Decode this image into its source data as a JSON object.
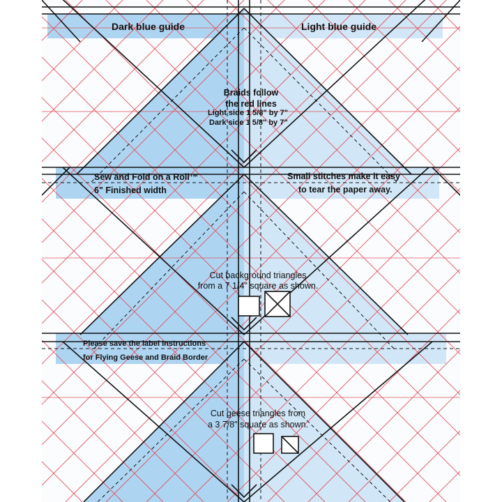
{
  "guides": {
    "dark_blue": "Dark blue guide",
    "light_blue": "Light blue guide"
  },
  "braids": {
    "line1": "Braids follow",
    "line2": "the red lines",
    "light_side": "Light side  1 5/8\"  by 7\"",
    "dark_side": "Dark side  1 5/8\"  by 7\""
  },
  "brand": {
    "name": "Sew and Fold on a Roll™",
    "finished_width": "6\" Finished width"
  },
  "stitch_note": {
    "line1": "Small stitches make it easy",
    "line2": "to tear the paper  away."
  },
  "background_triangles": {
    "line1": "Cut background triangles",
    "line2": "from a 7 1/4\" square as shown.",
    "icons": [
      "square-icon",
      "quarter-cut-square-icon"
    ]
  },
  "label_note": {
    "line1": "Please save the label Instructions",
    "line2": "for Flying Geese and Braid Border"
  },
  "geese_triangles": {
    "line1": "Cut geese triangles from",
    "line2": "a 3  7/8\" square as shown.",
    "icons": [
      "square-icon",
      "half-cut-square-icon"
    ]
  },
  "colors": {
    "fill_blue": "#a9d3f1",
    "light_blue": "#cfe6f7",
    "grid_red": "#e0505a",
    "ink": "#111111"
  }
}
